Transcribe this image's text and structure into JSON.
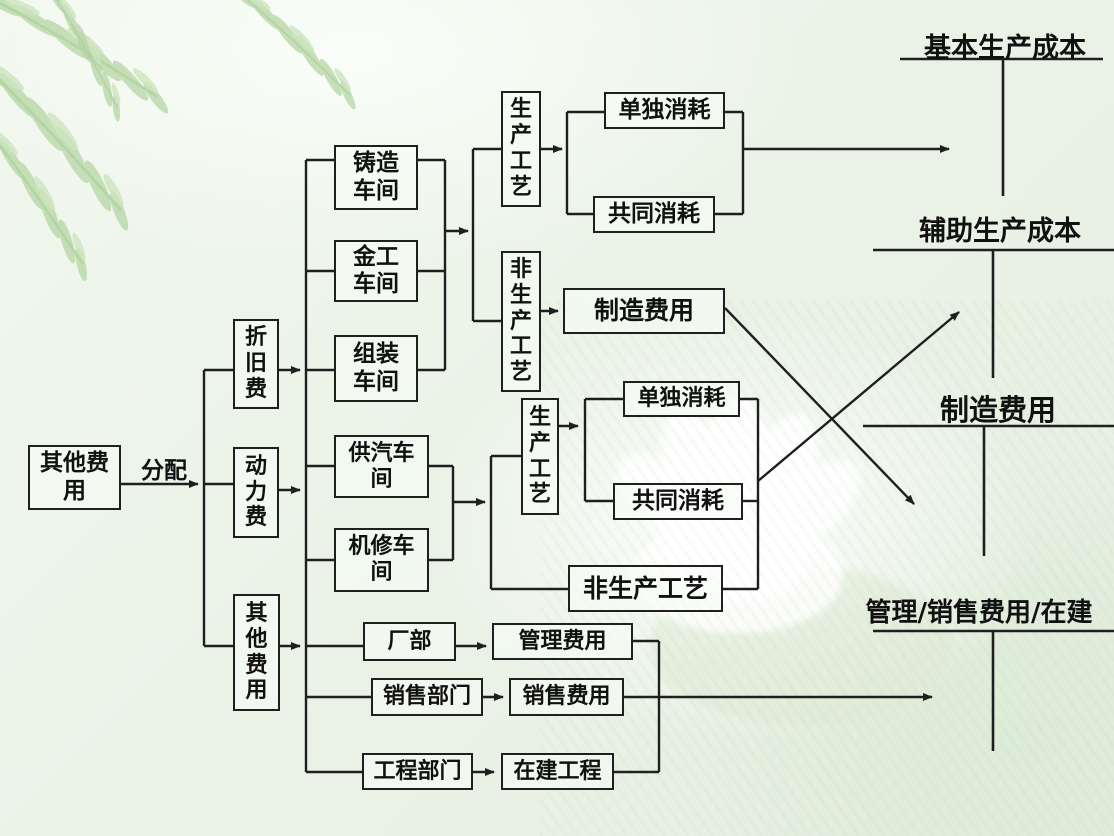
{
  "diagram": {
    "title_hint": "cost allocation flowchart",
    "allocation_label": "分配",
    "source_box": {
      "label": "其他费用"
    },
    "category_boxes": {
      "depreciation": "折\n旧\n费",
      "power": "动\n力\n费",
      "other": "其\n他\n费\n用"
    },
    "workshop_boxes": {
      "casting": "铸造\n车间",
      "metalwork": "金工\n车间",
      "assembly": "组装\n车间",
      "steam_supply": "供汽车\n间",
      "machine_repair": "机修车\n间"
    },
    "process_boxes": {
      "production_1": "生\n产\n工\n艺",
      "non_production_1": "非\n生\n产\n工\n艺",
      "production_2": "生\n产\n工\n艺",
      "non_production_2": "非生产工艺"
    },
    "consumption_boxes": {
      "separate_1": "单独消耗",
      "common_1": "共同消耗",
      "separate_2": "单独消耗",
      "common_2": "共同消耗"
    },
    "manufacturing_expense_box": "制造费用",
    "department_boxes": {
      "factory_hq": "厂部",
      "sales": "销售部门",
      "engineering": "工程部门"
    },
    "expense_result_boxes": {
      "admin": "管理费用",
      "selling": "销售费用",
      "construction_in_progress": "在建工程"
    },
    "t_accounts": {
      "basic_production_cost": "基本生产成本",
      "auxiliary_production_cost": "辅助生产成本",
      "manufacturing_expense": "制造费用",
      "admin_sales_construction": "管理/销售费用/在建"
    },
    "colors": {
      "line": "#1f1f1f",
      "box_fill": "#f6faf3",
      "background": "#ebf2e7",
      "leaf_green": "#b3d5a2",
      "lotus_white": "#ffffff"
    }
  }
}
